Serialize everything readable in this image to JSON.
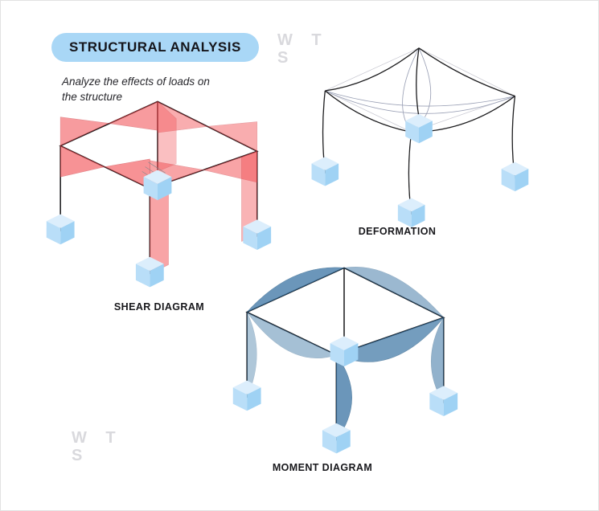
{
  "header": {
    "badge": "STRUCTURAL ANALYSIS",
    "subtitle_line1": "Analyze the effects of loads on",
    "subtitle_line2": "the structure"
  },
  "watermark": {
    "line1": "W T",
    "line2": "S"
  },
  "diagrams": {
    "shear": {
      "label": "SHEAR DIAGRAM"
    },
    "deformation": {
      "label": "DEFORMATION"
    },
    "moment": {
      "label": "MOMENT DIAGRAM"
    }
  },
  "colors": {
    "badge_bg": "#a9d7f6",
    "shear_fill": "#f24b50",
    "moment_fill": "#3a74a3",
    "cube_top": "#dceefc",
    "cube_left": "#b9def8",
    "cube_right": "#9fd2f4",
    "frame_stroke": "#1d1d1f",
    "watermark": "#d9d9dd"
  }
}
